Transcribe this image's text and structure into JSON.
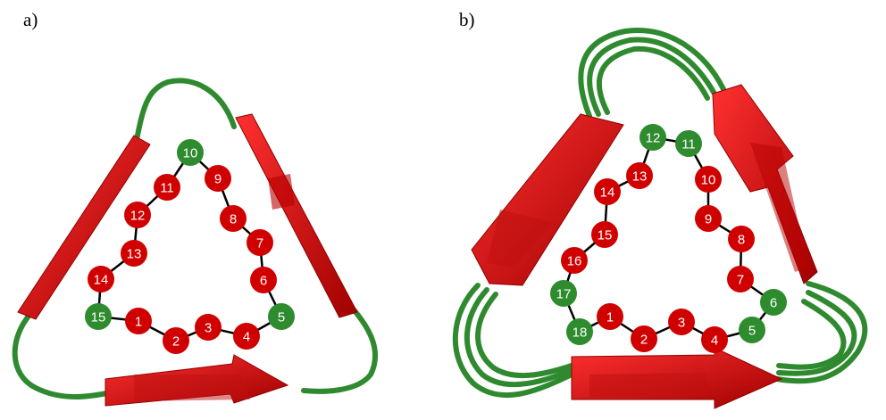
{
  "panels": [
    {
      "id": "a",
      "label": "a)",
      "residues": [
        {
          "n": "1",
          "kind": "strand"
        },
        {
          "n": "2",
          "kind": "strand"
        },
        {
          "n": "3",
          "kind": "strand"
        },
        {
          "n": "4",
          "kind": "strand"
        },
        {
          "n": "5",
          "kind": "loop"
        },
        {
          "n": "6",
          "kind": "strand"
        },
        {
          "n": "7",
          "kind": "strand"
        },
        {
          "n": "8",
          "kind": "strand"
        },
        {
          "n": "9",
          "kind": "strand"
        },
        {
          "n": "10",
          "kind": "loop"
        },
        {
          "n": "11",
          "kind": "strand"
        },
        {
          "n": "12",
          "kind": "strand"
        },
        {
          "n": "13",
          "kind": "strand"
        },
        {
          "n": "14",
          "kind": "strand"
        },
        {
          "n": "15",
          "kind": "loop"
        }
      ]
    },
    {
      "id": "b",
      "label": "b)",
      "residues": [
        {
          "n": "1",
          "kind": "strand"
        },
        {
          "n": "2",
          "kind": "strand"
        },
        {
          "n": "3",
          "kind": "strand"
        },
        {
          "n": "4",
          "kind": "strand"
        },
        {
          "n": "5",
          "kind": "loop"
        },
        {
          "n": "6",
          "kind": "loop"
        },
        {
          "n": "7",
          "kind": "strand"
        },
        {
          "n": "8",
          "kind": "strand"
        },
        {
          "n": "9",
          "kind": "strand"
        },
        {
          "n": "10",
          "kind": "strand"
        },
        {
          "n": "11",
          "kind": "loop"
        },
        {
          "n": "12",
          "kind": "loop"
        },
        {
          "n": "13",
          "kind": "strand"
        },
        {
          "n": "14",
          "kind": "strand"
        },
        {
          "n": "15",
          "kind": "strand"
        },
        {
          "n": "16",
          "kind": "strand"
        },
        {
          "n": "17",
          "kind": "loop"
        },
        {
          "n": "18",
          "kind": "loop"
        }
      ]
    }
  ],
  "colors": {
    "strand": "#d00000",
    "loop": "#2e8b2e",
    "ribbon_red": "#e01818",
    "ribbon_red_dark": "#b00000",
    "ribbon_green": "#2f8a2f",
    "bond": "#000000"
  }
}
